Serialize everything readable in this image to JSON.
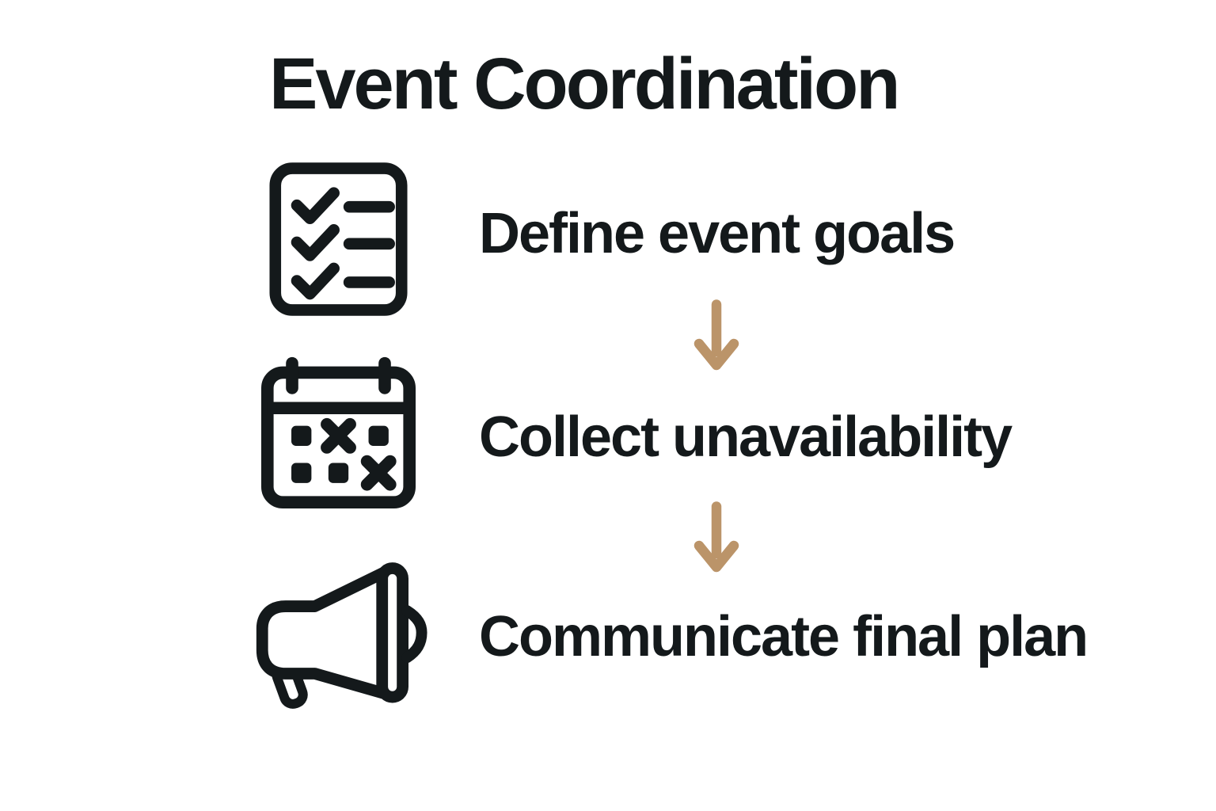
{
  "title": "Event Coordination",
  "colors": {
    "ink": "#14191b",
    "arrow": "#bb9469",
    "background": "#ffffff"
  },
  "steps": [
    {
      "icon": "checklist-icon",
      "label": "Define event goals"
    },
    {
      "icon": "calendar-unavailability-icon",
      "label": "Collect unavailability"
    },
    {
      "icon": "megaphone-icon",
      "label": "Communicate final plan"
    }
  ],
  "connectors": [
    {
      "type": "arrow-down"
    },
    {
      "type": "arrow-down"
    }
  ]
}
